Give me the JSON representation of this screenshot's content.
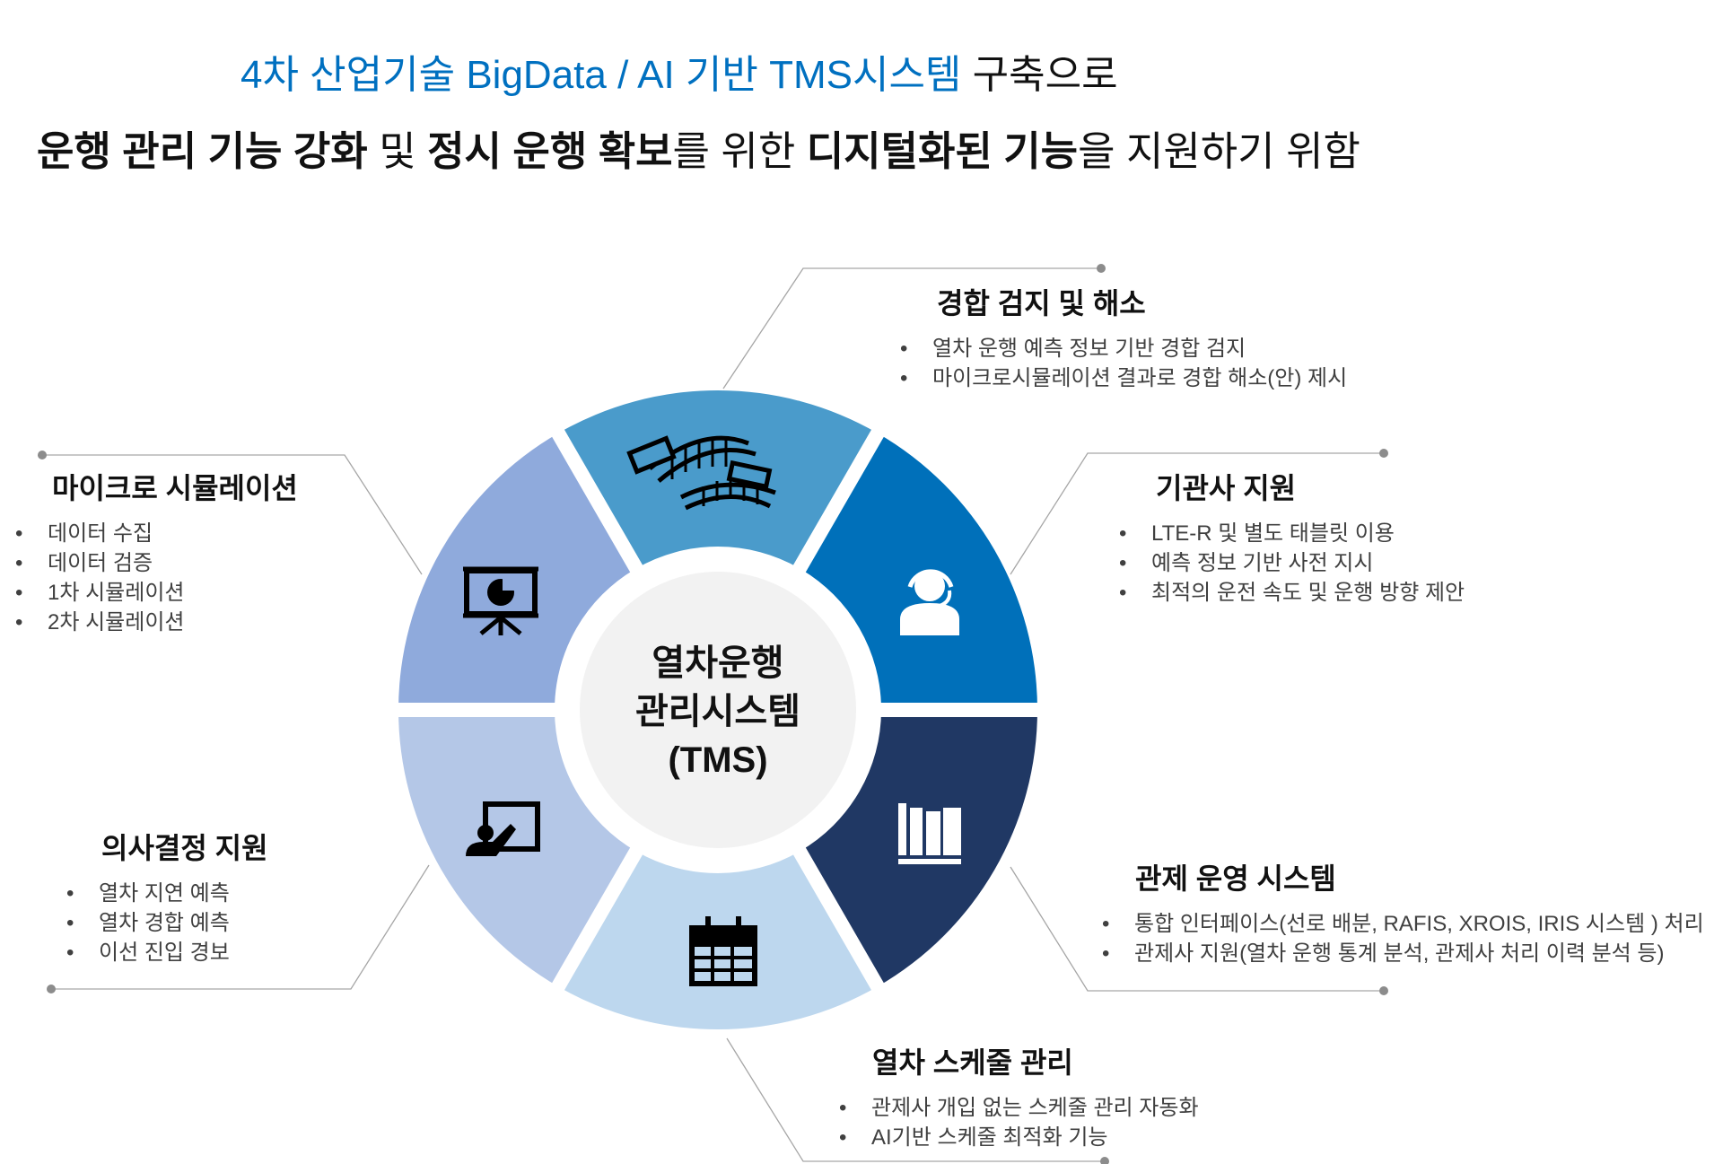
{
  "header": {
    "line1_blue": "4차 산업기술 BigData  / AI 기반 TMS시스템",
    "line1_black": " 구축으로",
    "line2": [
      {
        "text": "운행  관리 기능 강화",
        "bold": true
      },
      {
        "text": " 및 ",
        "bold": false
      },
      {
        "text": "정시 운행 확보",
        "bold": true
      },
      {
        "text": "를 위한 ",
        "bold": false
      },
      {
        "text": "디지털화된 기능",
        "bold": true
      },
      {
        "text": "을  지원하기 위함",
        "bold": false
      }
    ]
  },
  "center": {
    "line1": "열차운행",
    "line2": "관리시스템",
    "line3": "(TMS)",
    "color": "#F2F2F2"
  },
  "segments": [
    {
      "id": "conflict",
      "icon": "train-tracks-icon",
      "color": "#4A9BCB"
    },
    {
      "id": "driver",
      "icon": "headset-operator-icon",
      "color": "#0070BA"
    },
    {
      "id": "control",
      "icon": "bookshelf-icon",
      "color": "#203864"
    },
    {
      "id": "schedule",
      "icon": "calendar-icon",
      "color": "#BDD7EE"
    },
    {
      "id": "decision",
      "icon": "presenter-board-icon",
      "color": "#B4C7E7"
    },
    {
      "id": "simulation",
      "icon": "presentation-chart-icon",
      "color": "#8FAADC"
    }
  ],
  "blocks": {
    "conflict": {
      "title": "경합 검지 및 해소",
      "bullets": [
        "열차 운행 예측 정보 기반 경합 검지",
        "마이크로시뮬레이션 결과로 경합 해소(안) 제시"
      ]
    },
    "driver": {
      "title": "기관사 지원",
      "bullets": [
        "LTE-R 및 별도 태블릿 이용",
        "예측 정보 기반 사전 지시",
        "최적의 운전 속도  및  운행 방향 제안"
      ]
    },
    "control": {
      "title": "관제 운영 시스템",
      "bullets": [
        "통합 인터페이스(선로 배분, RAFIS, XROIS, IRIS 시스템 ) 처리",
        "관제사 지원(열차 운행 통계 분석, 관제사 처리 이력 분석 등)"
      ]
    },
    "schedule": {
      "title": "열차 스케줄 관리",
      "bullets": [
        "관제사 개입 없는 스케줄 관리 자동화",
        "AI기반 스케줄 최적화 기능"
      ]
    },
    "decision": {
      "title": "의사결정 지원",
      "bullets": [
        "열차 지연 예측",
        "열차 경합 예측",
        "이선 진입 경보"
      ]
    },
    "simulation": {
      "title": "마이크로 시뮬레이션",
      "bullets": [
        "데이터 수집",
        "데이터 검증",
        "1차 시뮬레이션",
        "2차 시뮬레이션"
      ]
    }
  },
  "bullet_char": "•",
  "connector_color": "#A6A6A6"
}
